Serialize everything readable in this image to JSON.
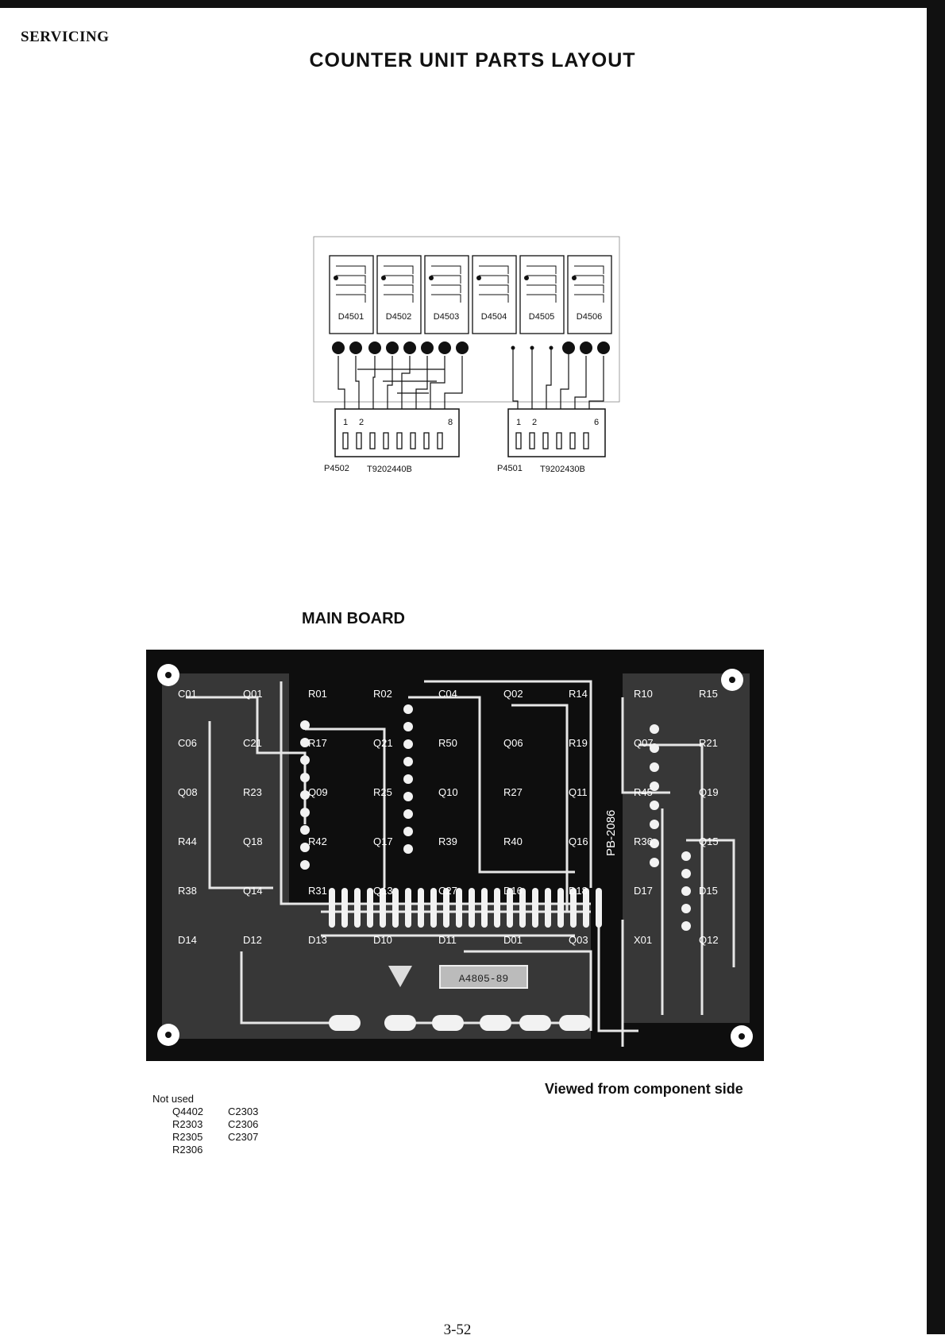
{
  "header": {
    "section_label": "SERVICING",
    "title": "COUNTER UNIT PARTS LAYOUT"
  },
  "display_diagram": {
    "displays": [
      "D4501",
      "D4502",
      "D4503",
      "D4504",
      "D4505",
      "D4506"
    ],
    "connectors": [
      {
        "name": "P4502",
        "part_no": "T9202440B",
        "pin_labels": [
          "1",
          "2",
          "8"
        ],
        "pins": 8
      },
      {
        "name": "P4501",
        "part_no": "T9202430B",
        "pin_labels": [
          "1",
          "2",
          "6"
        ],
        "pins": 6
      }
    ]
  },
  "main_board": {
    "title": "MAIN BOARD",
    "board_marking": "A4805-89",
    "pcb_text": "PB-2086",
    "component_labels": [
      "C01",
      "Q01",
      "R01",
      "R02",
      "C04",
      "Q02",
      "R14",
      "R10",
      "R15",
      "C06",
      "C21",
      "R17",
      "Q21",
      "R50",
      "Q06",
      "R19",
      "Q07",
      "R21",
      "Q08",
      "R23",
      "Q09",
      "R25",
      "Q10",
      "R27",
      "Q11",
      "R45",
      "Q19",
      "R44",
      "Q18",
      "R42",
      "Q17",
      "R39",
      "R40",
      "Q16",
      "R36",
      "Q15",
      "R38",
      "Q14",
      "R31",
      "Q13",
      "C27",
      "D16",
      "D18",
      "D17",
      "D15",
      "D14",
      "D12",
      "D13",
      "D10",
      "D11",
      "D01",
      "Q03",
      "X01",
      "Q12"
    ],
    "caption": "Viewed from component side"
  },
  "not_used": {
    "heading": "Not used",
    "rows": [
      [
        "Q4402",
        "C2303"
      ],
      [
        "R2303",
        "C2306"
      ],
      [
        "R2305",
        "C2307"
      ],
      [
        "R2306",
        ""
      ]
    ]
  },
  "footer": {
    "page_number": "3-52"
  }
}
